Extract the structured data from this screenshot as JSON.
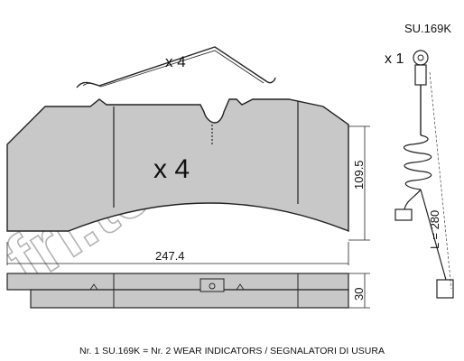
{
  "part_code": "SU.169K",
  "labels": {
    "clip_quantity": "x 4",
    "pad_quantity": "x 4",
    "sensor_quantity": "x 1",
    "width_dim": "247.4",
    "height_dim": "109.5",
    "thickness_dim": "30",
    "sensor_length": "L = 280"
  },
  "watermark": "fri.tech.",
  "footer_note": "Nr. 1 SU.169K = Nr. 2 WEAR INDICATORS / SEGNALATORI DI USURA",
  "colors": {
    "pad_fill": "#c8c8c8",
    "line": "#222222",
    "watermark": "#9a9a9a"
  }
}
